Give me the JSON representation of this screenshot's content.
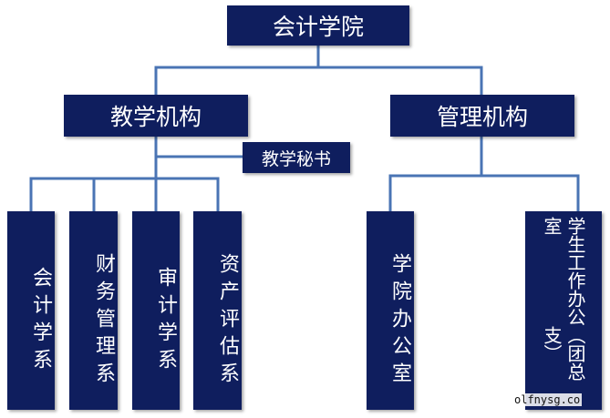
{
  "root": {
    "label": "会计学院"
  },
  "branches": {
    "teaching": {
      "label": "教学机构"
    },
    "management": {
      "label": "管理机构"
    },
    "secretary": {
      "label": "教学秘书"
    }
  },
  "departments": [
    {
      "label": "会计学系"
    },
    {
      "label": "财务管理系"
    },
    {
      "label": "审计学系"
    },
    {
      "label": "资产评估系"
    }
  ],
  "offices": [
    {
      "label": "学院办公室"
    },
    {
      "label": "学生工作办公室",
      "sub": "（团总支）"
    }
  ],
  "watermark": "olfnysg.co",
  "colors": {
    "box": "#0f1e5e",
    "line": "#4a74b4"
  }
}
